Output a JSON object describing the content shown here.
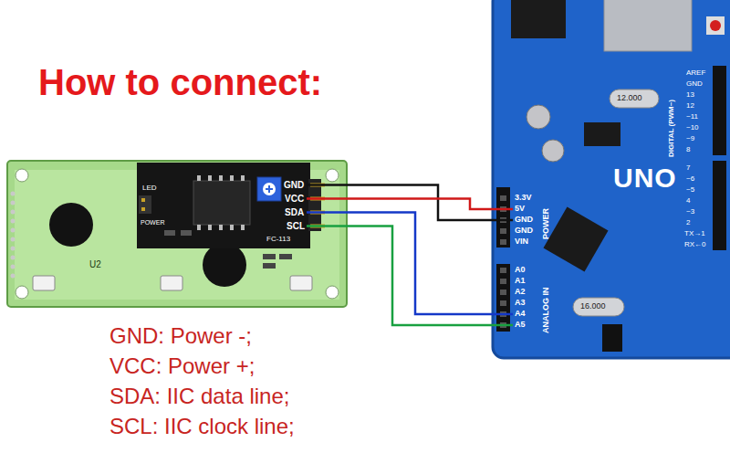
{
  "diagram": {
    "title": "How to connect:",
    "nodes": [
      {
        "text": [
          "FC-113"
        ]
      },
      {
        "text": [
          "GND"
        ],
        "in": 0
      },
      {
        "text": [
          "VCC"
        ],
        "in": 0
      },
      {
        "text": [
          "SDA"
        ],
        "in": 0
      },
      {
        "text": [
          "SCL"
        ],
        "in": 0
      },
      {
        "text": [
          "UNO"
        ]
      },
      {
        "text": [
          "5V"
        ],
        "in": 5
      },
      {
        "text": [
          "GND"
        ],
        "in": 5
      },
      {
        "text": [
          "A4"
        ],
        "in": 5
      },
      {
        "text": [
          "A5"
        ],
        "in": 5
      }
    ],
    "edges": [
      {
        "from": 1,
        "to": 7,
        "arrow": "none"
      },
      {
        "from": 2,
        "to": 6,
        "arrow": "none"
      },
      {
        "from": 3,
        "to": 8,
        "arrow": "none"
      },
      {
        "from": 4,
        "to": 9,
        "arrow": "none"
      }
    ],
    "labels": [
      "LED",
      "POWER",
      "U2",
      "3.3V",
      "GND",
      "VIN",
      "A0",
      "A1",
      "A2",
      "A3",
      "POWER",
      "ANALOG IN",
      "DIGITAL (PWM~)",
      "AREF",
      "GND",
      "13",
      "12",
      "~11",
      "~10",
      "~9",
      "8",
      "7",
      "~6",
      "~5",
      "4",
      "~3",
      "2",
      "TX→1",
      "RX←0",
      "12.000",
      "16.000",
      "GND: Power -;",
      "VCC: Power +;",
      "SDA: IIC data line;",
      "SCL: IIC clock line;"
    ]
  }
}
